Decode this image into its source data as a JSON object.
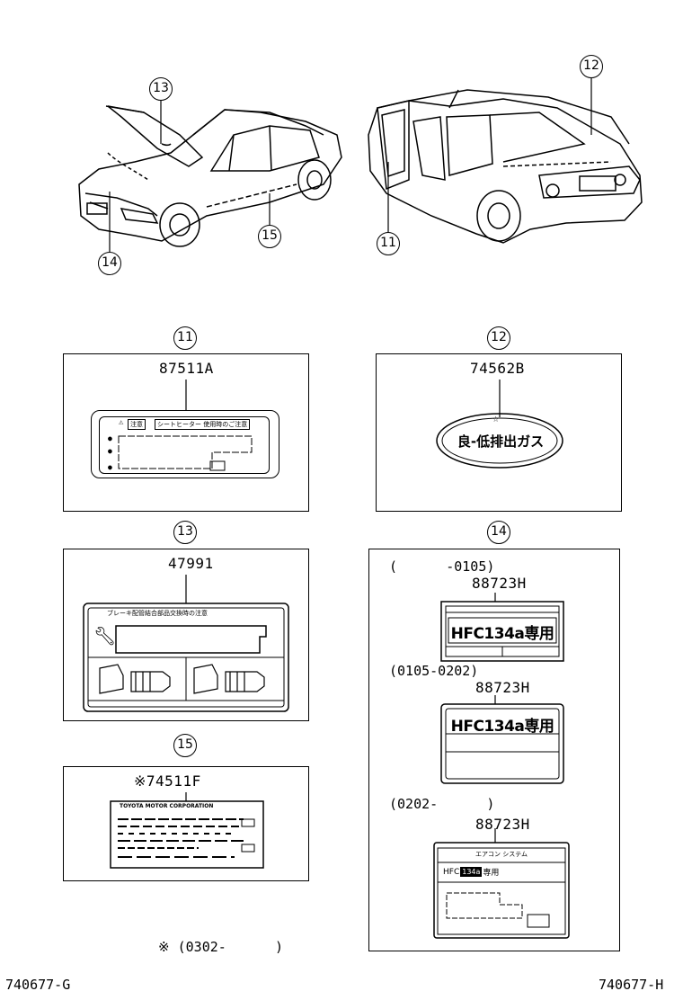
{
  "callouts": {
    "c11": "11",
    "c12": "12",
    "c13": "13",
    "c14": "14",
    "c15": "15"
  },
  "panels": {
    "p11": {
      "number": "11",
      "part_no": "87511A",
      "label": {
        "warning_left": "注意",
        "warning_right": "シートヒーター 使用時のご注意"
      }
    },
    "p12": {
      "number": "12",
      "part_no": "74562B",
      "label": {
        "text": "良-低排出ガス"
      }
    },
    "p13": {
      "number": "13",
      "part_no": "47991",
      "label": {
        "header": "ブレーキ配管結合部品交換時の注意"
      }
    },
    "p14": {
      "number": "14",
      "variants": [
        {
          "date": "(      -0105)",
          "part_no": "88723H",
          "text": "HFC134a専用"
        },
        {
          "date": "(0105-0202)",
          "part_no": "88723H",
          "text": "HFC134a専用"
        },
        {
          "date": "(0202-      )",
          "part_no": "88723H",
          "header": "エアコン システム",
          "hfc_prefix": "HFC",
          "hfc_mid": "134a",
          "hfc_suffix": "専用"
        }
      ]
    },
    "p15": {
      "number": "15",
      "part_no": "※74511F",
      "label": {
        "header": "TOYOTA MOTOR CORPORATION"
      }
    }
  },
  "footnote": "※ (0302-      )",
  "codes": {
    "left": "740677-G",
    "right": "740677-H"
  }
}
